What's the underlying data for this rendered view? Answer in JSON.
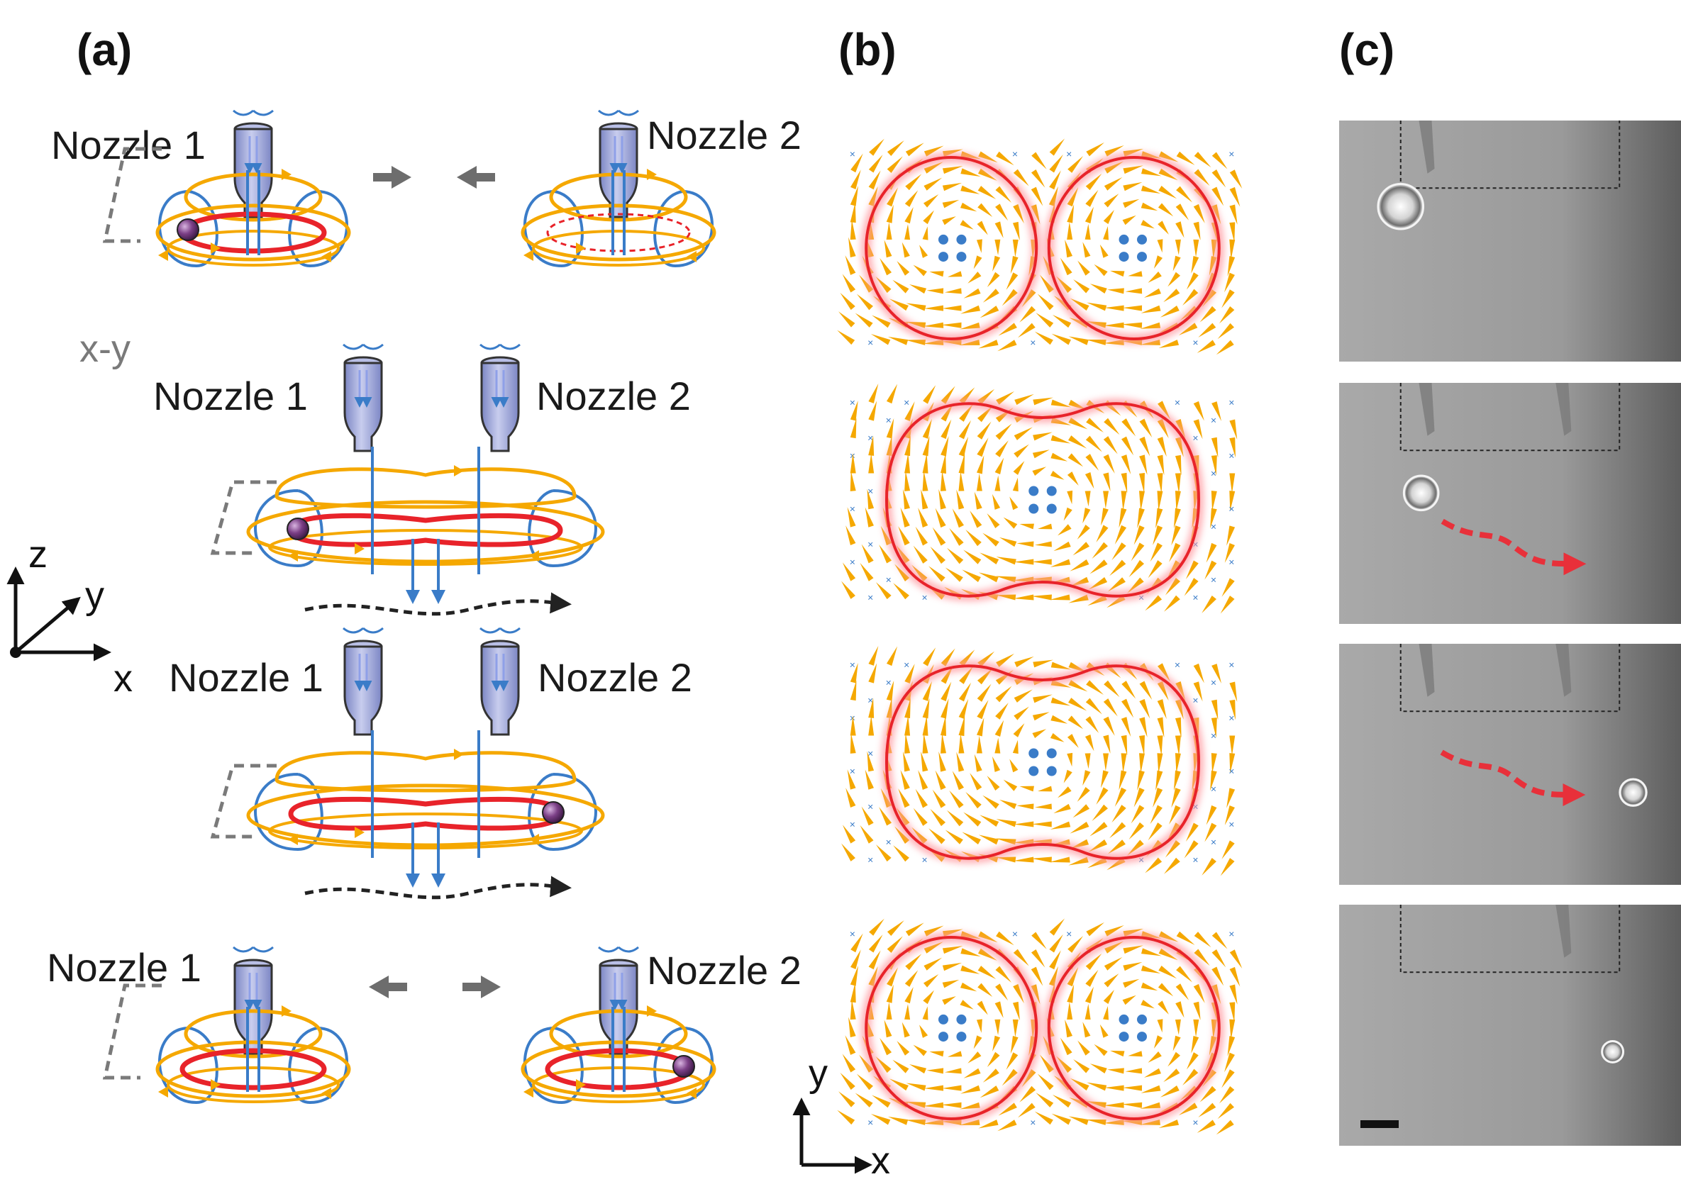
{
  "panels": {
    "a": "(a)",
    "b": "(b)",
    "c": "(c)"
  },
  "nozzle1": "Nozzle 1",
  "nozzle2": "Nozzle 2",
  "plane_label": "x-y",
  "axes_a": {
    "z": "z",
    "y": "y",
    "x": "x"
  },
  "axes_b": {
    "y": "y",
    "x": "x"
  },
  "colors": {
    "ring": "#e8232a",
    "orange": "#f5a800",
    "blue": "#3a7cc8",
    "nozzle": "#9aa4d8",
    "particle": "#7b3f86",
    "trajectory": "#222222",
    "photo_arrow": "#e8303a"
  },
  "rows_a": [
    {
      "layout": "separate",
      "motion": "approach",
      "particle": "left"
    },
    {
      "layout": "merged",
      "motion": "drift-right",
      "particle": "left"
    },
    {
      "layout": "merged",
      "motion": "drift-right",
      "particle": "right"
    },
    {
      "layout": "separate",
      "motion": "separate",
      "particle": "right"
    }
  ],
  "rows_b": [
    {
      "layout": "two-vortices"
    },
    {
      "layout": "merged"
    },
    {
      "layout": "merged"
    },
    {
      "layout": "two-vortices"
    }
  ],
  "rows_c": [
    {
      "sphere": {
        "u": 0.18,
        "v": 0.46,
        "r": 0.17
      },
      "nozzles": [
        0.25
      ],
      "arrow": false
    },
    {
      "sphere": {
        "u": 0.24,
        "v": 0.61,
        "r": 0.13
      },
      "nozzles": [
        0.25,
        0.65
      ],
      "arrow": true
    },
    {
      "sphere": {
        "u": 0.86,
        "v": 0.85,
        "r": 0.1
      },
      "nozzles": [
        0.25,
        0.65
      ],
      "arrow": true
    },
    {
      "sphere": {
        "u": 0.8,
        "v": 0.84,
        "r": 0.08
      },
      "nozzles": [
        0.65
      ],
      "arrow": false
    }
  ]
}
